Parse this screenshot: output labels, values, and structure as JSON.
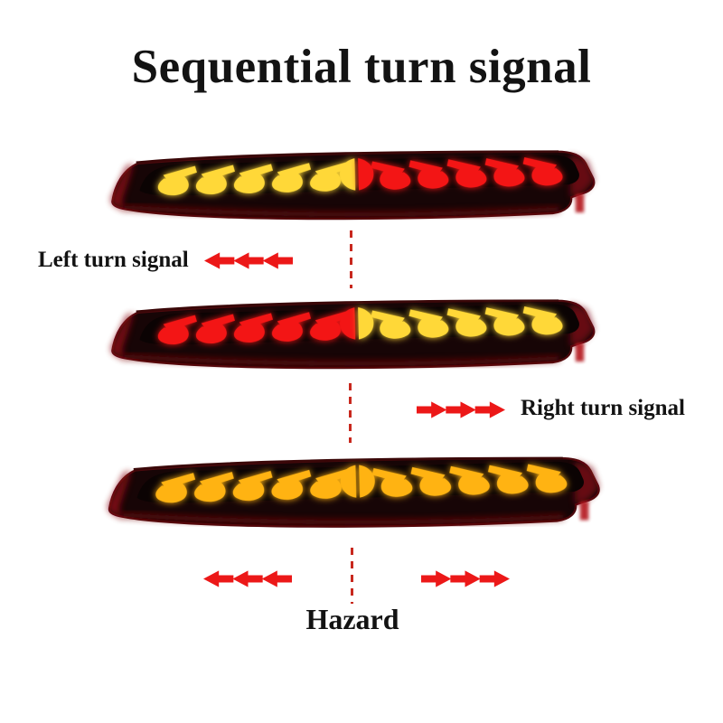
{
  "page": {
    "title": "Sequential turn signal",
    "background": "#FFFFFF"
  },
  "colors": {
    "led_yellow": "#FFD838",
    "led_amber": "#FFB312",
    "led_red": "#F31515",
    "arrow_red": "#EC1818",
    "dash_red": "#C8281E",
    "housing_dark": "#170506",
    "housing_rim": "#4E090D",
    "housing_glow": "#8D1015",
    "lens_dark": "#0B0303",
    "text_color": "#131313"
  },
  "rows": {
    "left_turn": {
      "label": "Left turn signal",
      "arrow_direction": "left",
      "arrow_count": 3
    },
    "right_turn": {
      "label": "Right turn signal",
      "arrow_direction": "right",
      "arrow_count": 3
    },
    "hazard": {
      "label": "Hazard",
      "arrow_count_each_side": 3
    }
  },
  "bars": [
    {
      "name": "left-turn-signal-bar",
      "left_half": "led_yellow",
      "right_half": "led_red",
      "segments_per_side": 5
    },
    {
      "name": "right-turn-signal-bar",
      "left_half": "led_red",
      "right_half": "led_yellow",
      "segments_per_side": 5
    },
    {
      "name": "hazard-bar",
      "left_half": "led_amber",
      "right_half": "led_amber",
      "segments_per_side": 5
    }
  ]
}
